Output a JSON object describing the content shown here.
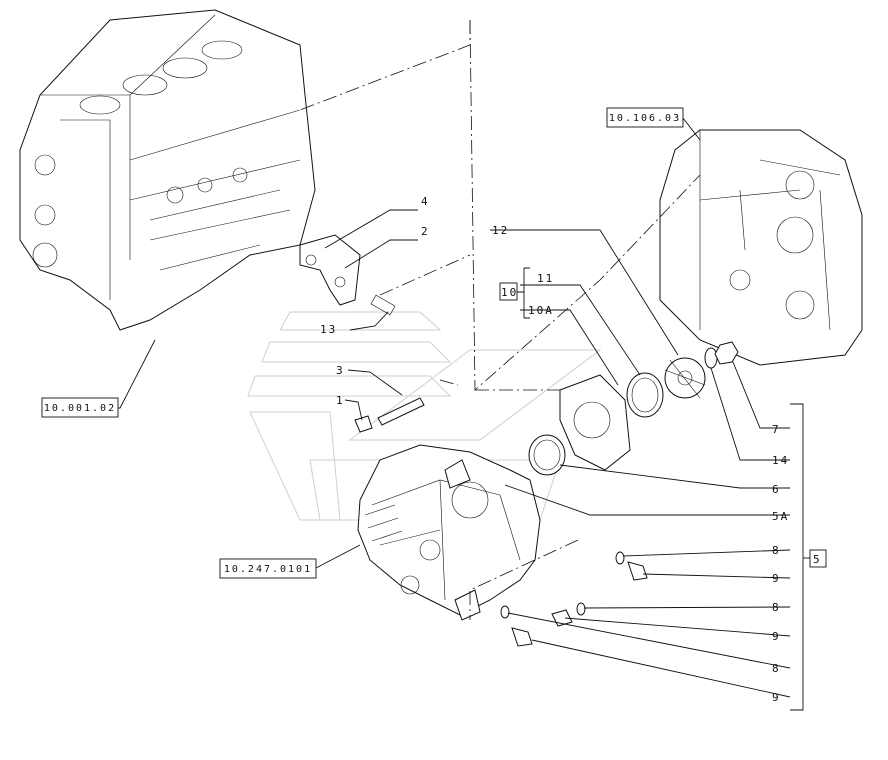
{
  "diagram": {
    "reference_boxes": [
      {
        "id": "ref-engine-block",
        "text": "10.001.02"
      },
      {
        "id": "ref-timing-cover",
        "text": "10.106.03"
      },
      {
        "id": "ref-pump-group",
        "text": "10.247.0101"
      }
    ],
    "callouts": [
      {
        "id": "c4",
        "text": "4"
      },
      {
        "id": "c2",
        "text": "2"
      },
      {
        "id": "c13",
        "text": "13"
      },
      {
        "id": "c3",
        "text": "3"
      },
      {
        "id": "c1",
        "text": "1"
      },
      {
        "id": "c12",
        "text": "12"
      },
      {
        "id": "c11",
        "text": "11"
      },
      {
        "id": "c10a",
        "text": "10A"
      },
      {
        "id": "c10",
        "text": "10"
      },
      {
        "id": "c7",
        "text": "7"
      },
      {
        "id": "c14",
        "text": "14"
      },
      {
        "id": "c6",
        "text": "6"
      },
      {
        "id": "c5a",
        "text": "5A"
      },
      {
        "id": "c8a",
        "text": "8"
      },
      {
        "id": "c9a",
        "text": "9"
      },
      {
        "id": "c8b",
        "text": "8"
      },
      {
        "id": "c9b",
        "text": "9"
      },
      {
        "id": "c8c",
        "text": "8"
      },
      {
        "id": "c9c",
        "text": "9"
      },
      {
        "id": "c5",
        "text": "5"
      }
    ]
  }
}
